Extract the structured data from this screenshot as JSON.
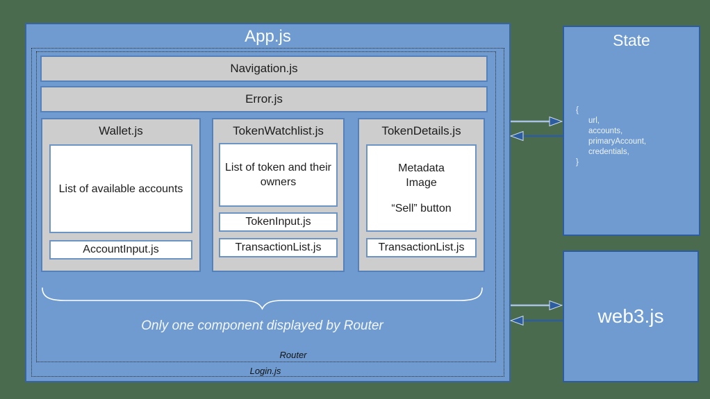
{
  "diagram": {
    "app": {
      "title": "App.js",
      "navigation_bar": "Navigation.js",
      "error_bar": "Error.js",
      "wallet": {
        "title": "Wallet.js",
        "body": "List of available accounts",
        "footer": "AccountInput.js"
      },
      "token_watchlist": {
        "title": "TokenWatchlist.js",
        "body": "List of token and their owners",
        "input": "TokenInput.js",
        "footer": "TransactionList.js"
      },
      "token_details": {
        "title": "TokenDetails.js",
        "body_line1": "Metadata",
        "body_line2": "Image",
        "button_line": "“Sell” button",
        "footer": "TransactionList.js"
      },
      "router_note": "Only one component displayed by Router",
      "router_label": "Router",
      "login_label": "Login.js"
    },
    "state": {
      "title": "State",
      "code_lines": [
        "{",
        "url,",
        "accounts,",
        "primaryAccount,",
        "credentials,",
        "}"
      ]
    },
    "web3": {
      "title": "web3.js"
    },
    "colors": {
      "background_green": "#4a6b4e",
      "panel_blue": "#6f9bd0",
      "panel_border_blue": "#2d5d9f",
      "gray_fill": "#cdcdcd",
      "gray_border_blue": "#5580b8",
      "white_box_border": "#6b94c4",
      "arrow_dark": "#2d5d9f",
      "arrow_light": "#aac3e2",
      "text_light": "#fafcff",
      "text_dark": "#1c1c1c"
    }
  }
}
